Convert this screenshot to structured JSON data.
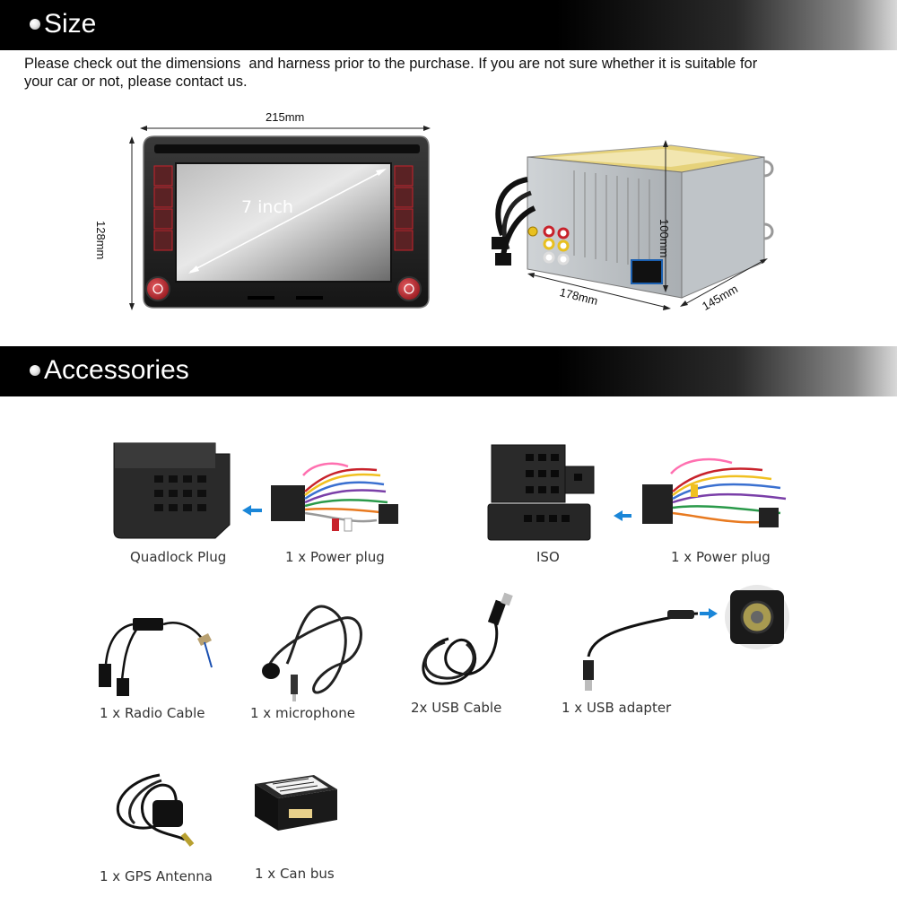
{
  "sections": {
    "size_title": "Size",
    "accessories_title": "Accessories"
  },
  "intro": {
    "line1": "Please check out the dimensions  and harness prior to the purchase. If you are not sure whether it is suitable for",
    "line2": "your car or not, please contact us."
  },
  "dimensions": {
    "width": "215mm",
    "height": "128mm",
    "screen": "7 inch",
    "depth_height": "100mm",
    "depth_length": "178mm",
    "depth_width": "145mm"
  },
  "accessories": {
    "quadlock_plug": "Quadlock Plug",
    "power_plug_1": "1 x Power plug",
    "iso": "ISO",
    "power_plug_2": "1 x Power plug",
    "radio_cable": "1 x Radio Cable",
    "microphone": "1 x microphone",
    "usb_cable": "2x USB Cable",
    "usb_adapter": "1 x USB adapter",
    "gps_antenna": "1 x GPS Antenna",
    "can_bus": "1 x Can bus"
  },
  "colors": {
    "header_black": "#000000",
    "arrow_blue": "#1a86d8",
    "radio_red": "#c8222b"
  }
}
